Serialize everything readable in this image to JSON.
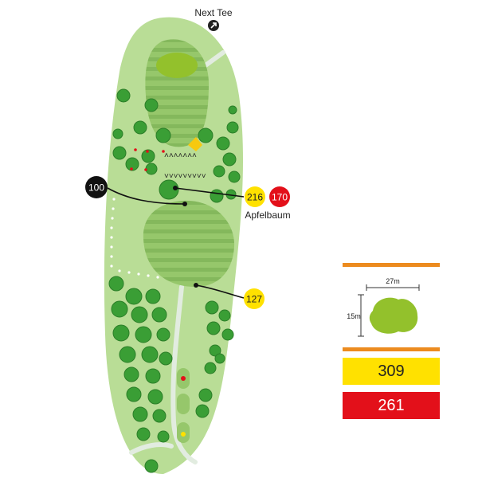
{
  "map": {
    "next_tee_label": "Next Tee",
    "next_tee_icon": "arrow-up-right-icon",
    "tree_label": "Apfelbaum",
    "markers": [
      {
        "label": "100",
        "color": "black"
      },
      {
        "label": "216",
        "color": "yellow"
      },
      {
        "label": "170",
        "color": "red"
      },
      {
        "label": "127",
        "color": "yellow"
      }
    ]
  },
  "green_detail": {
    "width_label": "27m",
    "depth_label": "15m"
  },
  "distances": {
    "yellow": "309",
    "red": "261"
  },
  "colors": {
    "rough": "#b9dd96",
    "fairway": "#96c76b",
    "fairway_stripe": "#82b55a",
    "green": "#93c12c",
    "tree": "#3a9e35",
    "yellow": "#ffe100",
    "red": "#e3101a",
    "orange": "#ec8b1f"
  }
}
